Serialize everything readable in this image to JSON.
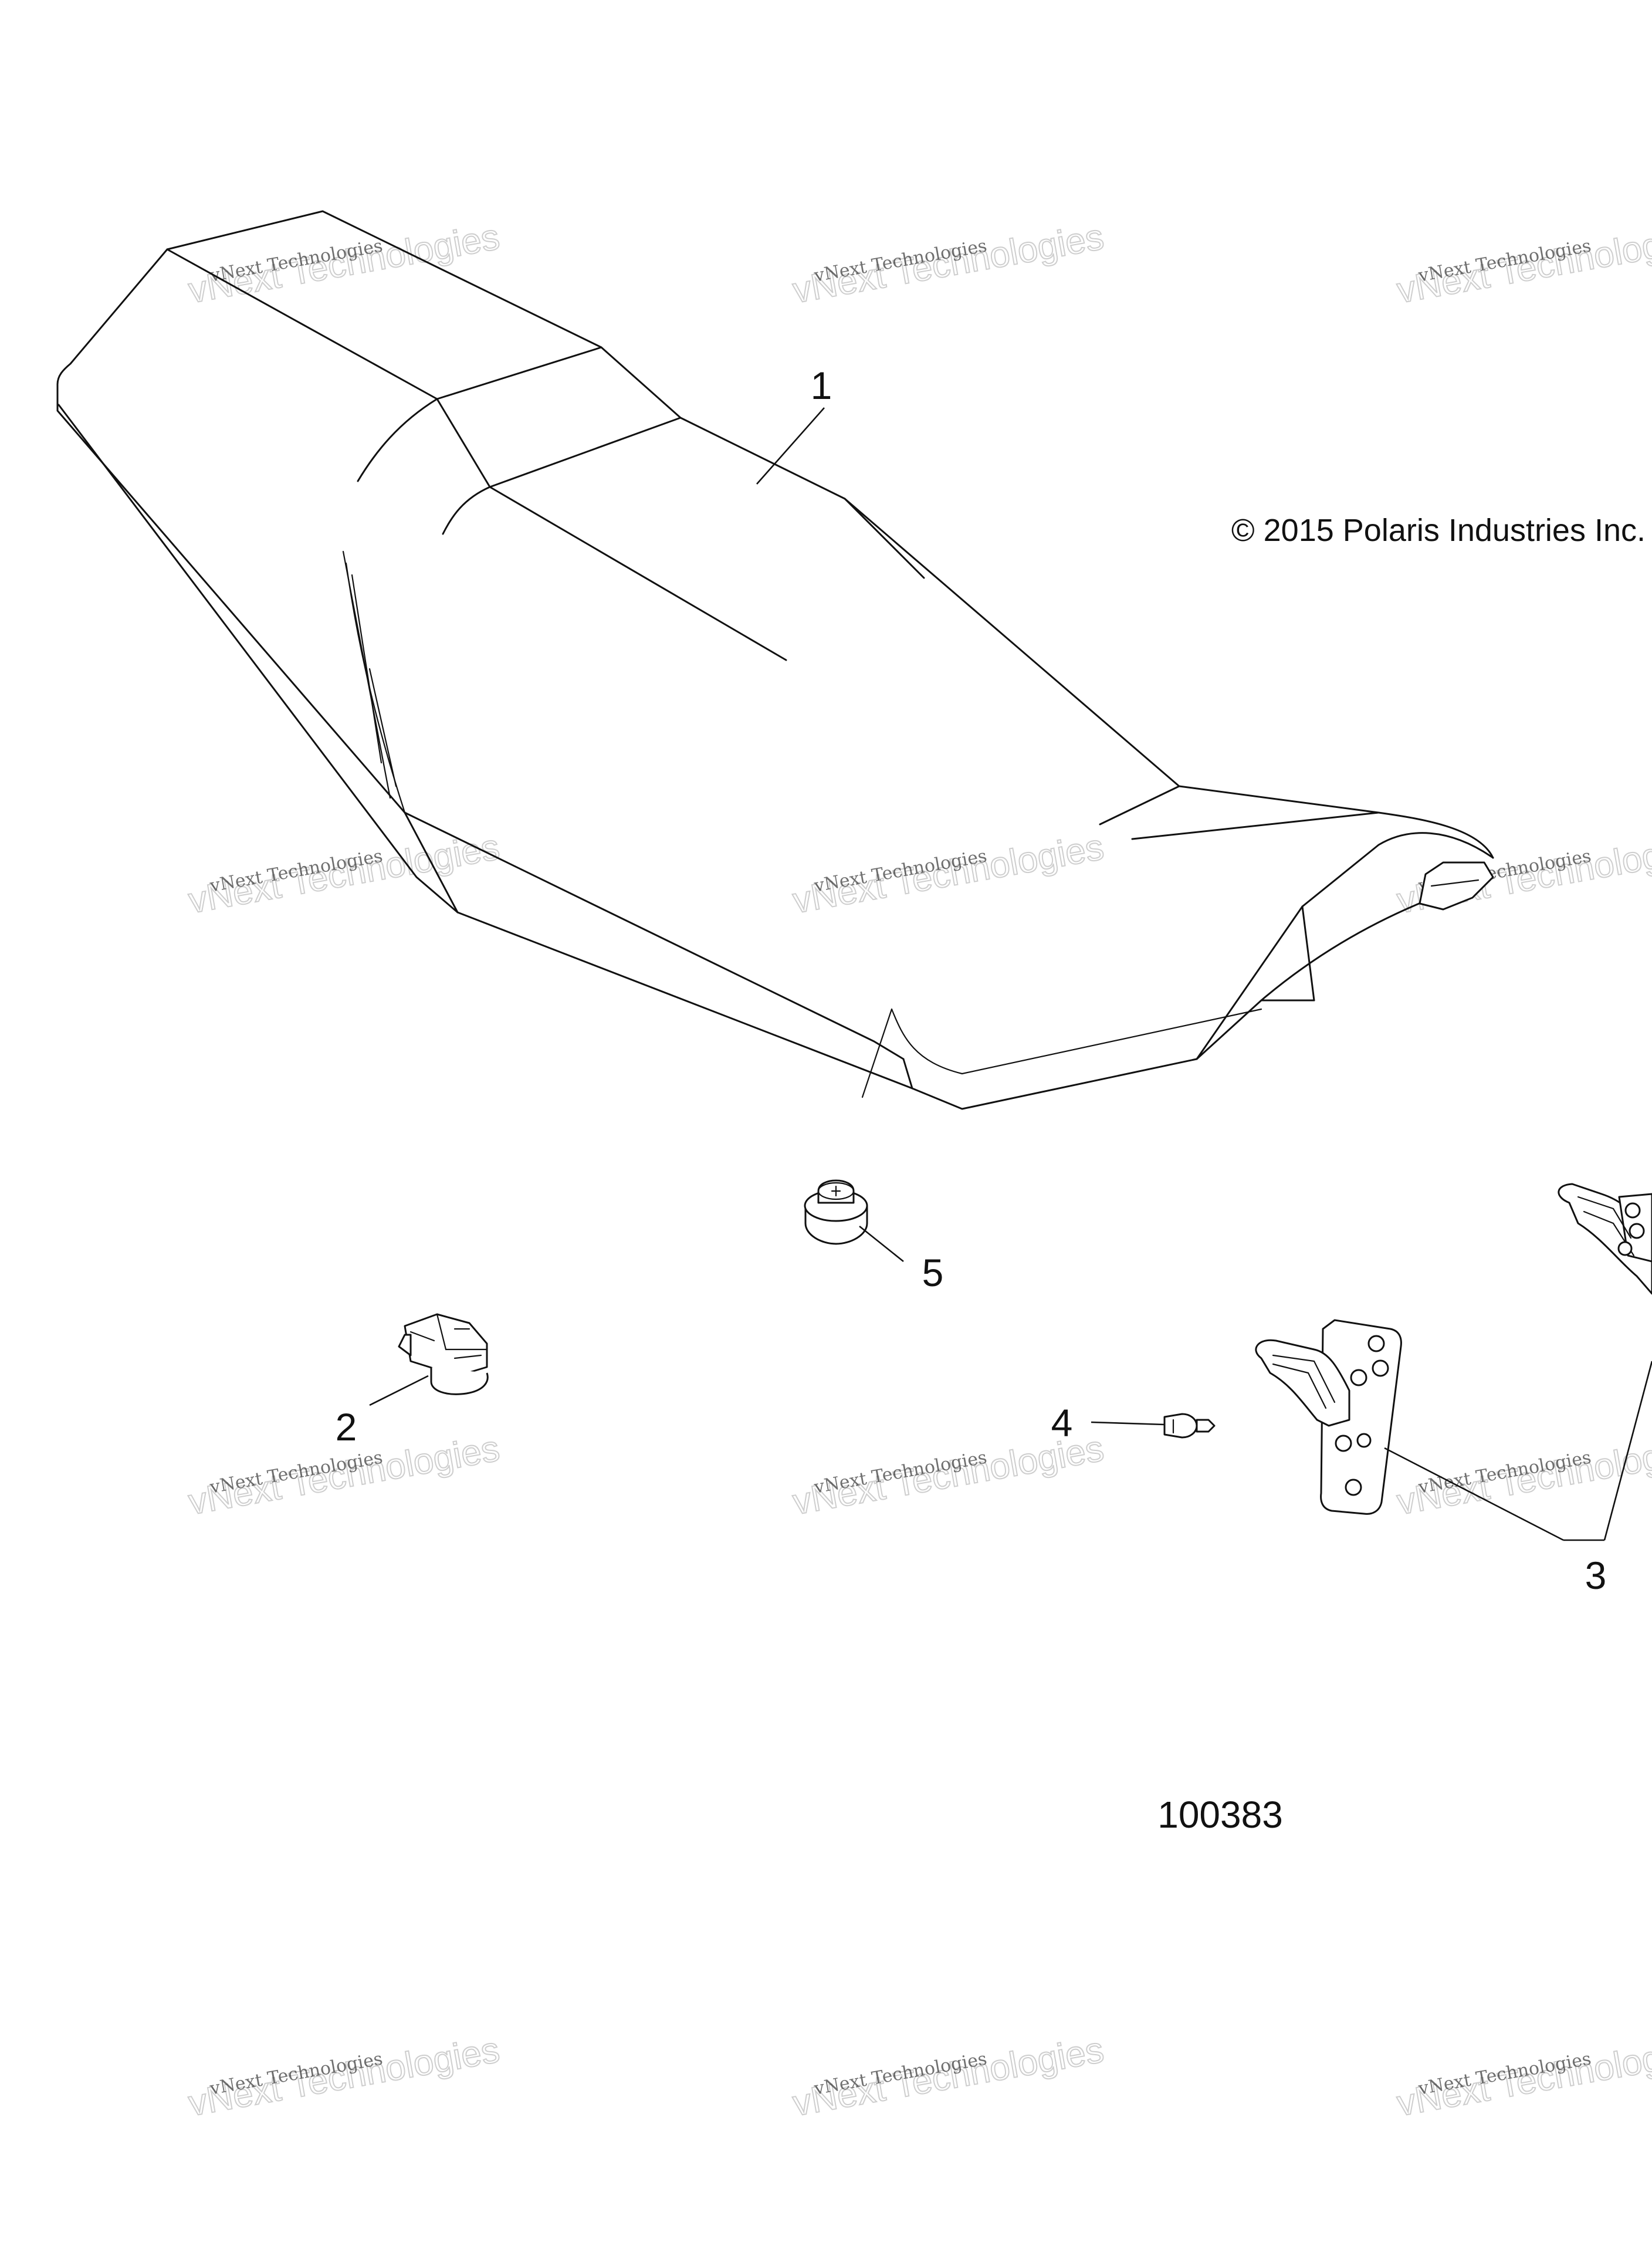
{
  "diagram": {
    "copyright": "© 2015 Polaris Industries Inc.",
    "figure_number": "100383",
    "callouts": [
      "1",
      "2",
      "3",
      "4",
      "5"
    ],
    "watermark": {
      "line1": "vNext Technologies",
      "line2": "vNext Technologies"
    }
  }
}
